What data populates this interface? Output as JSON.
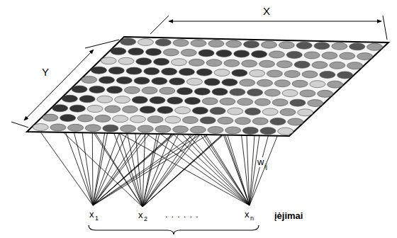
{
  "diagram": {
    "labels": [
      "X",
      "Y",
      "w",
      "ij",
      "x",
      "1",
      "x",
      "2",
      "......",
      "x",
      "n",
      "įėjimai"
    ]
  }
}
